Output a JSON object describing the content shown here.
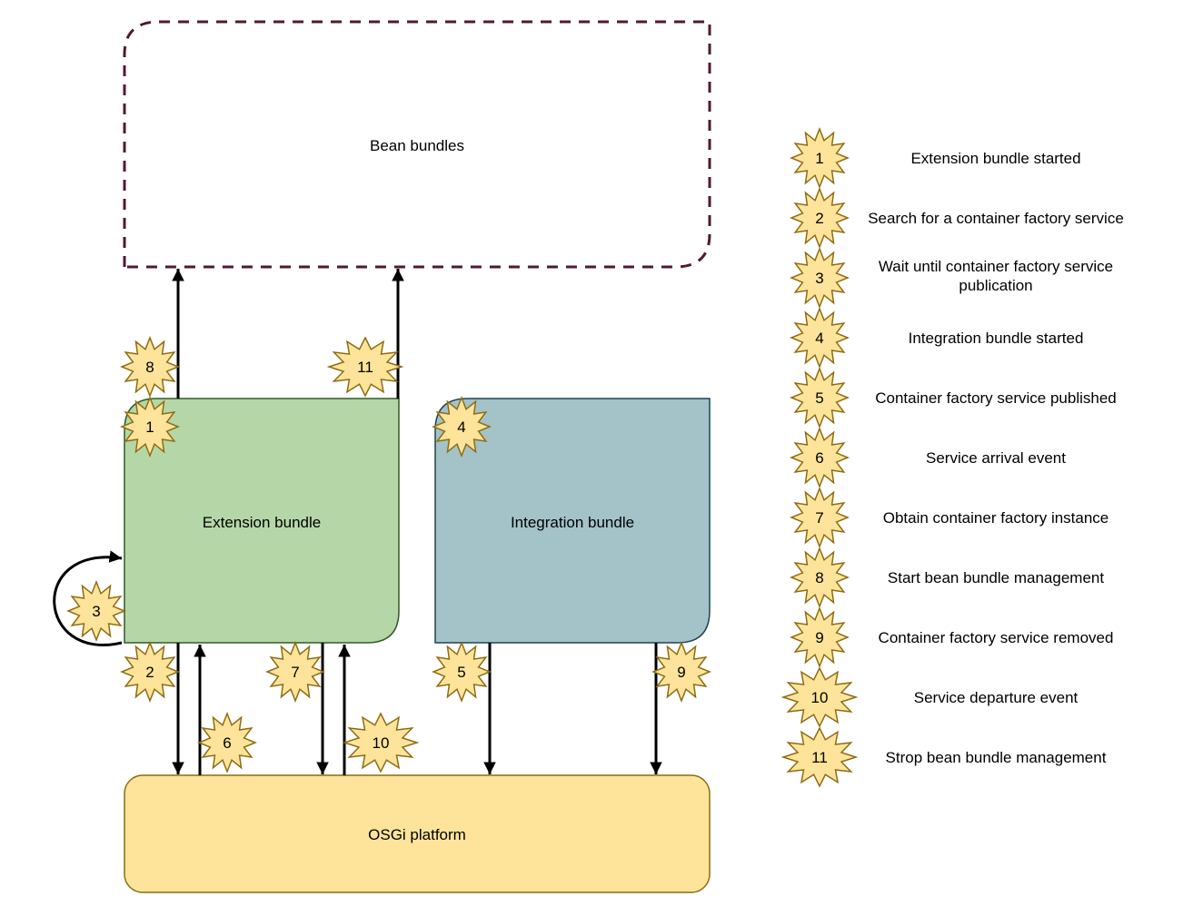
{
  "diagram": {
    "colors": {
      "bean_stroke": "#4f1935",
      "extension_fill": "#b5d7a8",
      "extension_stroke": "#325a22",
      "integration_fill": "#a3c3c9",
      "integration_stroke": "#1e4450",
      "osgi_fill": "#fde49a",
      "osgi_stroke": "#8a6d12",
      "star_fill": "#fde49a",
      "star_stroke": "#8f6c12",
      "arrow": "#000000"
    },
    "nodes": {
      "bean_bundles": "Bean bundles",
      "extension_bundle": "Extension bundle",
      "integration_bundle": "Integration bundle",
      "osgi_platform": "OSGi platform"
    },
    "markers": [
      "1",
      "2",
      "3",
      "4",
      "5",
      "6",
      "7",
      "8",
      "9",
      "10",
      "11"
    ],
    "edges": [
      {
        "step": "8",
        "from": "Extension bundle",
        "to": "Bean bundles"
      },
      {
        "step": "11",
        "from": "Extension bundle",
        "to": "Bean bundles"
      },
      {
        "step": "3",
        "from": "Extension bundle",
        "to": "Extension bundle"
      },
      {
        "step": "2",
        "from": "Extension bundle",
        "to": "OSGi platform"
      },
      {
        "step": "6",
        "from": "OSGi platform",
        "to": "Extension bundle"
      },
      {
        "step": "7",
        "from": "Extension bundle",
        "to": "OSGi platform"
      },
      {
        "step": "10",
        "from": "OSGi platform",
        "to": "Extension bundle"
      },
      {
        "step": "5",
        "from": "Integration bundle",
        "to": "OSGi platform"
      },
      {
        "step": "9",
        "from": "Integration bundle",
        "to": "OSGi platform"
      }
    ]
  },
  "legend": [
    {
      "num": "1",
      "text": [
        "Extension bundle started"
      ]
    },
    {
      "num": "2",
      "text": [
        "Search for a container factory service"
      ]
    },
    {
      "num": "3",
      "text": [
        "Wait until container factory service",
        "publication"
      ]
    },
    {
      "num": "4",
      "text": [
        "Integration bundle started"
      ]
    },
    {
      "num": "5",
      "text": [
        "Container factory service published"
      ]
    },
    {
      "num": "6",
      "text": [
        "Service arrival event"
      ]
    },
    {
      "num": "7",
      "text": [
        "Obtain container factory instance"
      ]
    },
    {
      "num": "8",
      "text": [
        "Start bean bundle management"
      ]
    },
    {
      "num": "9",
      "text": [
        "Container factory service removed"
      ]
    },
    {
      "num": "10",
      "text": [
        "Service departure event"
      ]
    },
    {
      "num": "11",
      "text": [
        "Strop bean bundle management"
      ]
    }
  ]
}
